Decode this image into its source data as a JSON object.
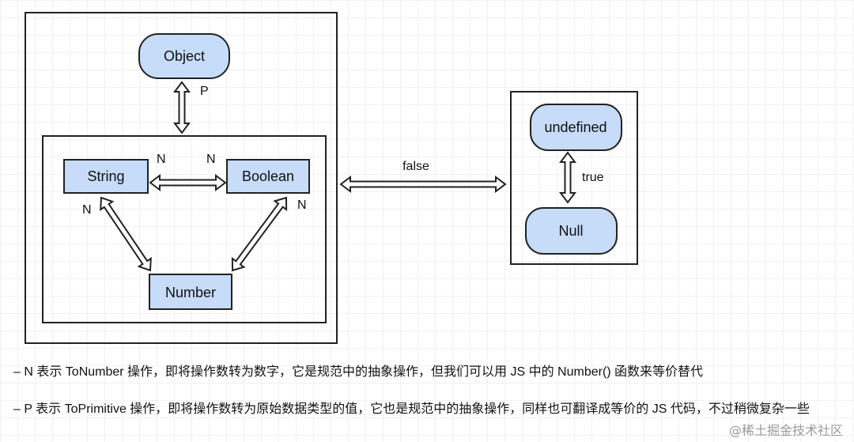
{
  "diagram": {
    "nodes": {
      "object": "Object",
      "string": "String",
      "boolean": "Boolean",
      "number": "Number",
      "undefined": "undefined",
      "null": "Null"
    },
    "edges": {
      "object_primitives": "P",
      "string_boolean_left": "N",
      "string_boolean_right": "N",
      "string_number": "N",
      "boolean_number": "N",
      "primitives_nullish": "false",
      "undefined_null": "true"
    }
  },
  "notes": {
    "n": "– N 表示 ToNumber 操作，即将操作数转为数字，它是规范中的抽象操作，但我们可以用 JS 中的 Number() 函数来等价替代",
    "p": "– P 表示 ToPrimitive 操作，即将操作数转为原始数据类型的值，它也是规范中的抽象操作，同样也可翻译成等价的 JS 代码，不过稍微复杂一些"
  },
  "watermark": "@稀土掘金技术社区",
  "colors": {
    "node_fill": "#c6dcf8",
    "stroke": "#222222"
  }
}
